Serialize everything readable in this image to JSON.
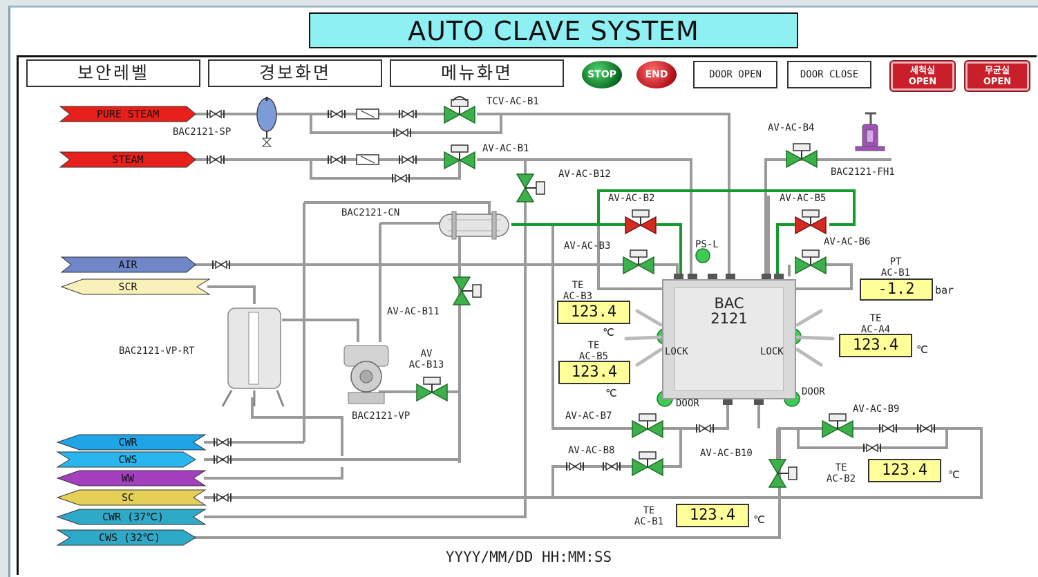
{
  "title": "AUTO CLAVE SYSTEM",
  "nav": {
    "security_level": "보안레벨",
    "alarm_screen": "경보화면",
    "menu_screen": "메뉴화면"
  },
  "controls": {
    "stop": "STOP",
    "end": "END",
    "door_open": "DOOR OPEN",
    "door_close": "DOOR CLOSE",
    "wash_room_line1": "세척실",
    "wash_room_line2": "OPEN",
    "sterile_room_line1": "무균실",
    "sterile_room_line2": "OPEN"
  },
  "streams": {
    "pure_steam": "PURE STEAM",
    "steam": "STEAM",
    "air": "AIR",
    "scr": "SCR",
    "cwr": "CWR",
    "cws": "CWS",
    "ww": "WW",
    "sc": "SC",
    "cwr37": "CWR (37℃)",
    "cws32": "CWS (32℃)"
  },
  "equipment": {
    "sp": "BAC2121-SP",
    "cn": "BAC2121-CN",
    "vp_rt": "BAC2121-VP-RT",
    "vp": "BAC2121-VP",
    "fh1": "BAC2121-FH1",
    "tank_line1": "BAC",
    "tank_line2": "2121",
    "ps_l": "PS-L",
    "lock_left": "LOCK",
    "lock_right": "LOCK",
    "door_left": "DOOR",
    "door_right": "DOOR"
  },
  "valves": {
    "tcv_b1": "TCV-AC-B1",
    "av_b1": "AV-AC-B1",
    "av_b12": "AV-AC-B12",
    "av_b2": "AV-AC-B2",
    "av_b3": "AV-AC-B3",
    "av_b4": "AV-AC-B4",
    "av_b5": "AV-AC-B5",
    "av_b6": "AV-AC-B6",
    "av_b7": "AV-AC-B7",
    "av_b8": "AV-AC-B8",
    "av_b9": "AV-AC-B9",
    "av_b10": "AV-AC-B10",
    "av_b11": "AV-AC-B11",
    "av_b13_line1": "AV",
    "av_b13_line2": "AC-B13"
  },
  "instruments": {
    "pt_b1": {
      "line1": "PT",
      "line2": "AC-B1",
      "value": "-1.2",
      "unit": "bar"
    },
    "te_b3": {
      "line1": "TE",
      "line2": "AC-B3",
      "value": "123.4",
      "unit": "℃"
    },
    "te_b5": {
      "line1": "TE",
      "line2": "AC-B5",
      "value": "123.4",
      "unit": "℃"
    },
    "te_a4": {
      "line1": "TE",
      "line2": "AC-A4",
      "value": "123.4",
      "unit": "℃"
    },
    "te_b2": {
      "line1": "TE",
      "line2": "AC-B2",
      "value": "123.4",
      "unit": "℃"
    },
    "te_b1": {
      "line1": "TE",
      "line2": "AC-B1",
      "value": "123.4",
      "unit": "℃"
    }
  },
  "datetime": "YYYY/MM/DD HH:MM:SS",
  "colors": {
    "pure_steam": "#e8201c",
    "steam": "#e8201c",
    "air": "#6f86c8",
    "scr": "#faf0b9",
    "cwr": "#1fa4e6",
    "cws": "#29b6ee",
    "ww": "#a43fc0",
    "sc": "#e6cf55",
    "cwr37": "#2fa9c8",
    "cws32": "#2fa9c8",
    "valve_green": "#3cb04a",
    "valve_red": "#d42a22",
    "green_line": "#159a2e",
    "display_yellow": "#ffff99"
  }
}
